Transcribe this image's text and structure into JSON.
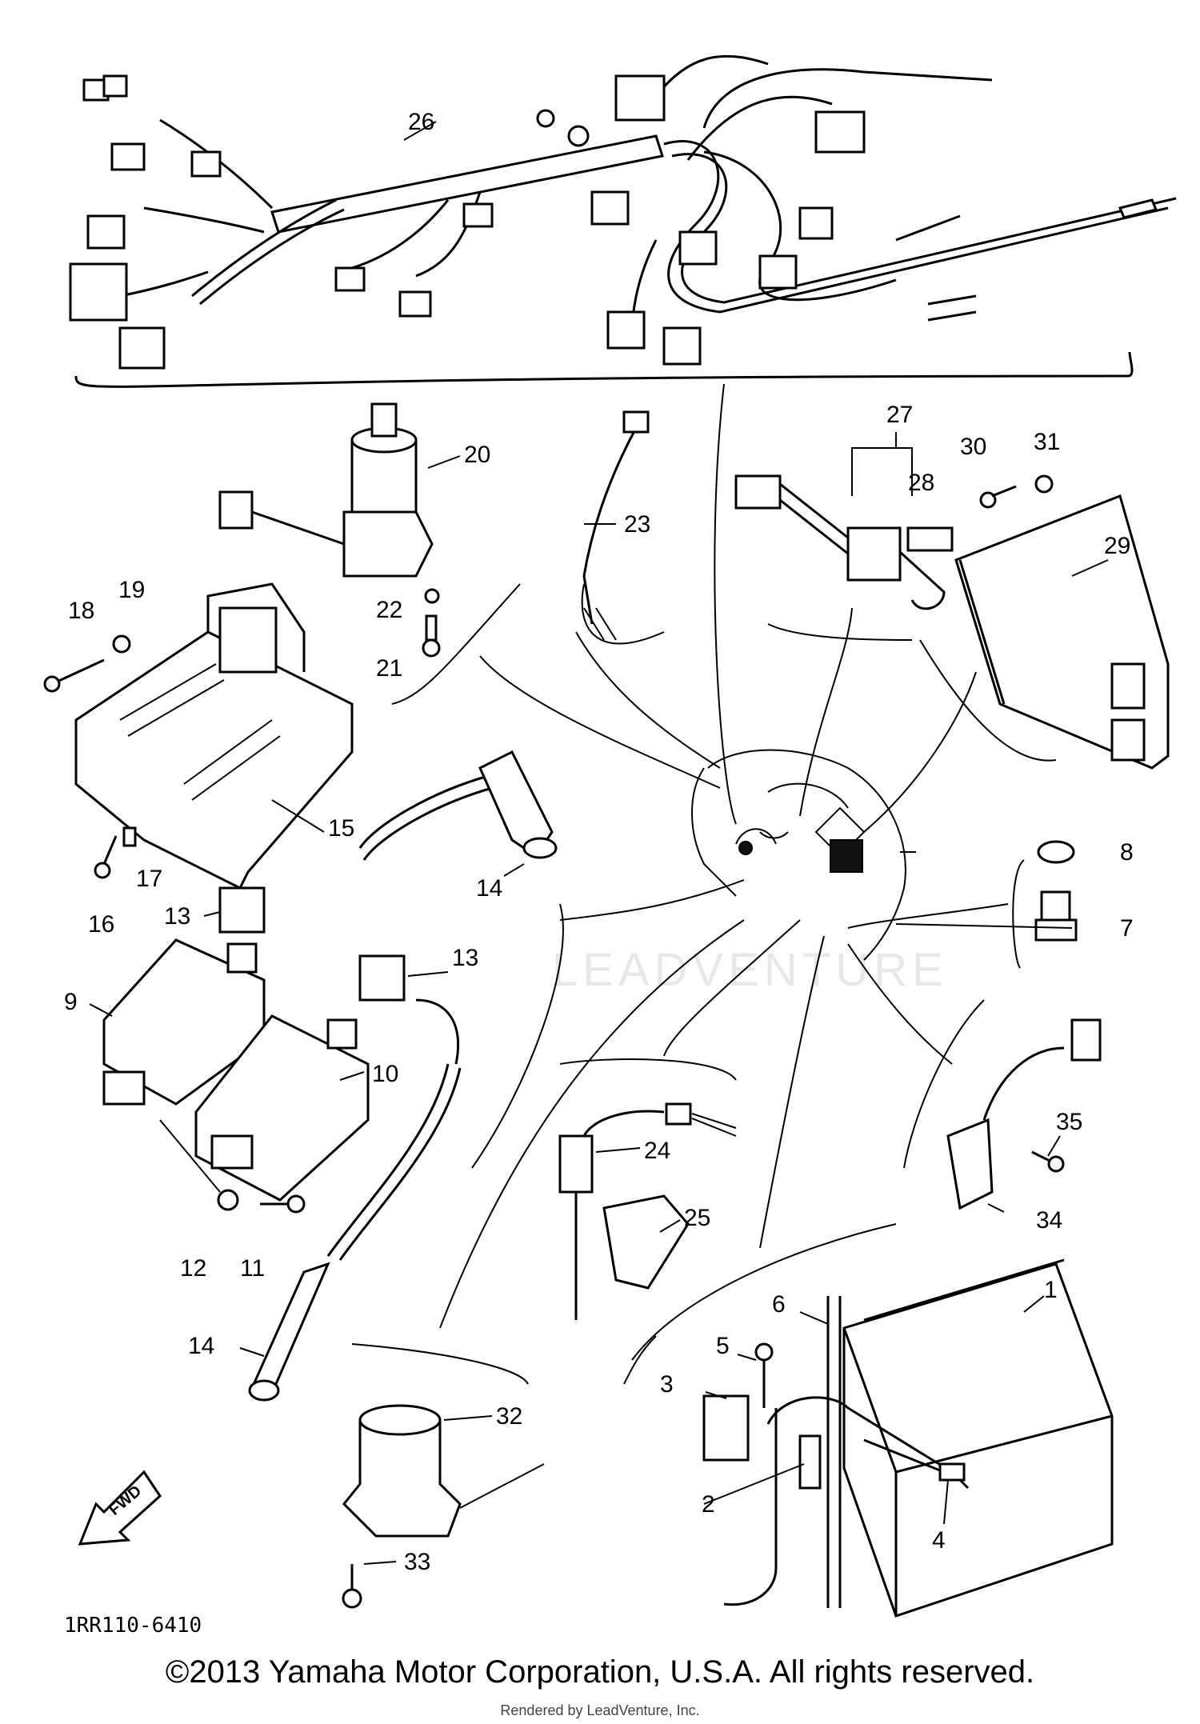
{
  "labels": {
    "p1": "1",
    "p2": "2",
    "p3": "3",
    "p4": "4",
    "p5": "5",
    "p6": "6",
    "p7": "7",
    "p8": "8",
    "p9": "9",
    "p10": "10",
    "p11": "11",
    "p12": "12",
    "p13a": "13",
    "p13b": "13",
    "p14a": "14",
    "p14b": "14",
    "p15": "15",
    "p16": "16",
    "p17": "17",
    "p18": "18",
    "p19": "19",
    "p20": "20",
    "p21": "21",
    "p22": "22",
    "p23": "23",
    "p24": "24",
    "p25": "25",
    "p26": "26",
    "p27": "27",
    "p28": "28",
    "p29": "29",
    "p30": "30",
    "p31": "31",
    "p32": "32",
    "p33": "33",
    "p34": "34",
    "p35": "35"
  },
  "diagram_code": "1RR110-6410",
  "fwd_label": "FWD",
  "watermark": "LEADVENTURE",
  "copyright": "©2013 Yamaha Motor Corporation, U.S.A. All rights reserved.",
  "rendered_by": "Rendered by LeadVenture, Inc."
}
